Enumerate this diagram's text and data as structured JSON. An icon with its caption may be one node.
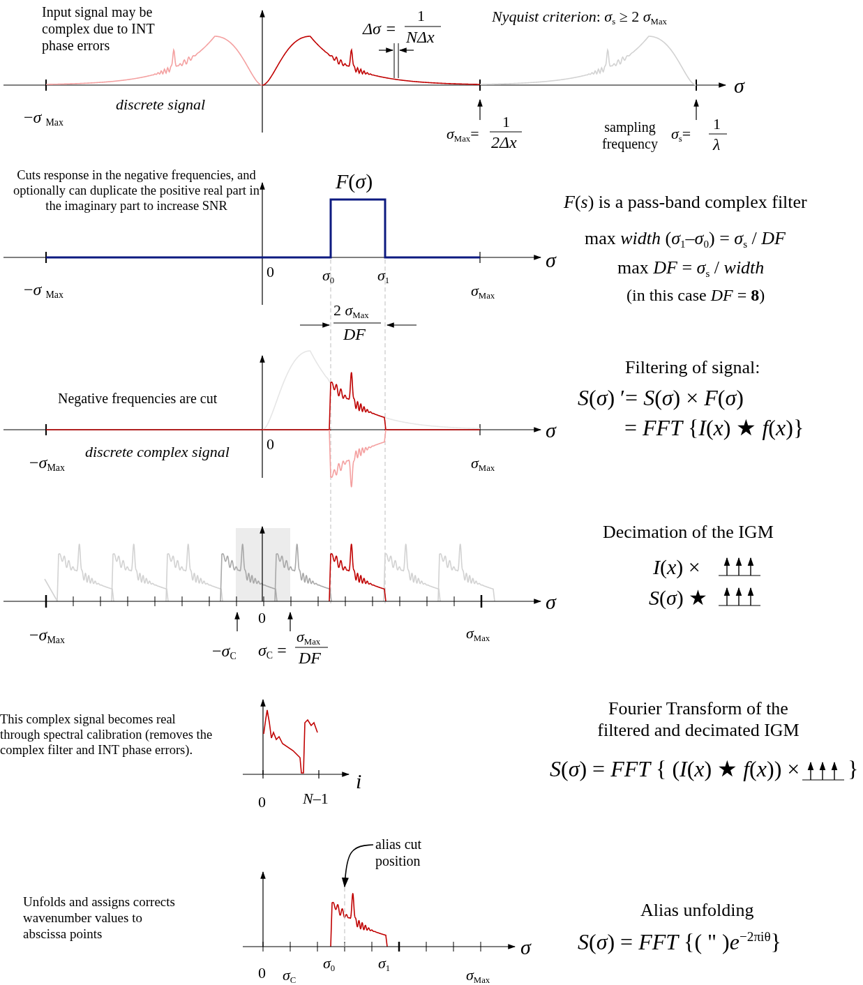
{
  "diagram": {
    "nodes": [
      {
        "text": [
          "alias cut position"
        ]
      },
      {
        "text": [],
        "shape": "line"
      }
    ],
    "edges": [
      {
        "from": 0,
        "to": 1,
        "arrow": "to"
      }
    ],
    "labels": [
      "Input signal may be complex due to INT phase errors",
      "Δσ =",
      "1",
      "NΔx",
      "*Nyquist criterion*: *σ*$_{s}$ ≥ 2 *σ*$_{Max}$",
      "*σ*",
      "−*σ* $_{Max}$",
      "discrete signal",
      "*σ*$_{Max}$=",
      "1",
      "2Δx",
      "sampling frequency",
      "*σ*$_{s}$=",
      "1",
      "*λ*",
      "Cuts response in the negative frequencies, and optionally can duplicate the positive real part in the imaginary part to increase SNR",
      "*F*(*σ*)",
      "*σ*",
      "0",
      "*σ*$_{0}$",
      "*σ*$_{1}$",
      "−*σ* $_{Max}$",
      "*σ*$_{Max}$",
      "*F*(*s*) is a pass-band complex filter",
      "max *width* (*σ*$_{1}$–*σ*$_{0}$) = *σ*$_{s}$ / *DF*",
      "max *DF* = *σ*$_{s}$ / *width*",
      "(in this case *DF* = **8**)",
      "2 *σ*$_{Max}$",
      "*DF*",
      "Filtering of signal:",
      "Negative frequencies are cut",
      "*S*(*σ*) ′= *S*(*σ*) × *F*(*σ*)",
      "*σ*",
      "= *FFT* {*I*(*x*) ★ *f*(*x*)}",
      "0",
      "discrete complex signal",
      "−*σ*$_{Max}$",
      "*σ*$_{Max}$",
      "Decimation of the IGM",
      "*I*(*x*)  ×",
      "*σ*",
      "*S*(*σ*) ★",
      "0",
      "−*σ*$_{Max}$",
      "*σ*$_{Max}$",
      "−*σ*$_{C}$",
      "*σ*$_{C}$ =",
      "*σ*$_{Max}$",
      "*DF*",
      "This complex signal becomes real through spectral calibration (removes the complex filter and INT phase errors).",
      "Fourier Transform of the filtered and decimated IGM",
      "*S*(*σ*) = *FFT* { (*I*(*x*) ★ *f*(*x*)) ×",
      "}",
      "*i*",
      "0",
      "*N*–1",
      "Unfolds and assigns corrects wavenumber values to abscissa points",
      "Alias unfolding",
      "*σ*",
      "*S*(*σ*) = *FFT* {( \" )*e*$^{−2πiθ}$}",
      "0",
      "*σ*$_{C}$",
      "*σ*$_{0}$",
      "*σ*$_{1}$",
      "*σ*$_{Max}$"
    ]
  }
}
